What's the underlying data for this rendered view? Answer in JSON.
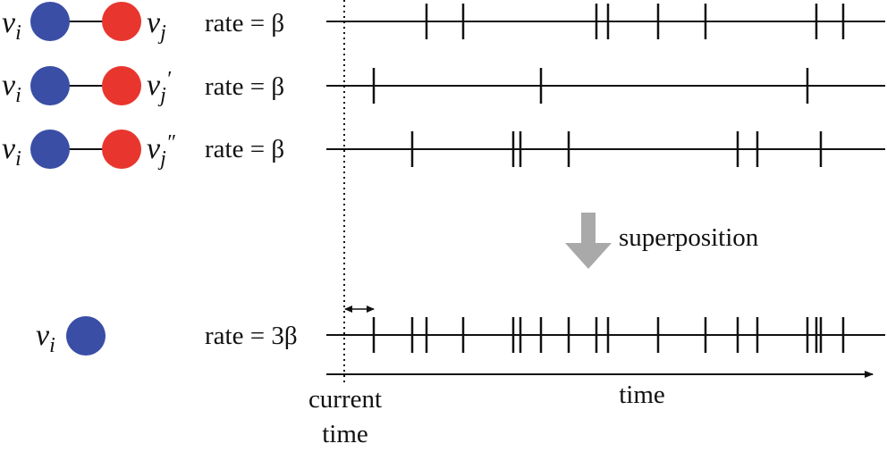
{
  "colors": {
    "node_i": "#3a4ea6",
    "node_j": "#e8362e",
    "line": "#111111",
    "arrow": "#a9a9a9"
  },
  "rows": [
    {
      "node_i_label": "v",
      "node_i_sub": "i",
      "node_j_label": "v",
      "node_j_sub": "j",
      "node_j_prime": "",
      "rate_label": "rate = β",
      "events": [
        477,
        518,
        667,
        680,
        736,
        789,
        913,
        943
      ]
    },
    {
      "node_i_label": "v",
      "node_i_sub": "i",
      "node_j_label": "v",
      "node_j_sub": "j",
      "node_j_prime": "′",
      "rate_label": "rate = β",
      "events": [
        418,
        605,
        903
      ]
    },
    {
      "node_i_label": "v",
      "node_i_sub": "i",
      "node_j_label": "v",
      "node_j_sub": "j",
      "node_j_prime": "″",
      "rate_label": "rate = β",
      "events": [
        461,
        574,
        582,
        636,
        825,
        847,
        918
      ]
    }
  ],
  "superposition": {
    "label": "superposition"
  },
  "combined": {
    "node_label": "v",
    "node_sub": "i",
    "rate_label": "rate = 3β",
    "events": [
      418,
      461,
      477,
      518,
      574,
      582,
      605,
      636,
      667,
      680,
      736,
      789,
      825,
      847,
      903,
      913,
      918,
      943
    ]
  },
  "axis": {
    "time_label": "time",
    "current_time_line1": "current",
    "current_time_line2": "time"
  }
}
